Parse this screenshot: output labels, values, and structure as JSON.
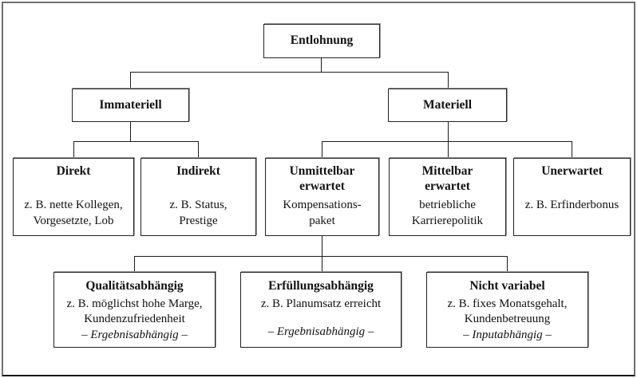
{
  "diagram": {
    "root": {
      "title": "Entlohnung"
    },
    "level2": [
      {
        "title": "Immateriell"
      },
      {
        "title": "Materiell"
      }
    ],
    "level3": [
      {
        "title": "Direkt",
        "body": "z. B. nette Kollegen,\nVorgesetzte, Lob"
      },
      {
        "title": "Indirekt",
        "body": "z. B. Status,\nPrestige"
      },
      {
        "title": "Unmittelbar\nerwartet",
        "body": "Kompensations-\npaket"
      },
      {
        "title": "Mittelbar\nerwartet",
        "body": "betriebliche\nKarrierepolitik"
      },
      {
        "title": "Unerwartet",
        "body": "z. B. Erfinderbonus"
      }
    ],
    "level4": [
      {
        "title": "Qualitätsabhängig",
        "body": "z. B. möglichst hohe Marge,\nKundenzufriedenheit",
        "note": "– Ergebnisabhängig –"
      },
      {
        "title": "Erfüllungsabhängig",
        "body": "z. B. Planumsatz erreicht",
        "note": "– Ergebnisabhängig –"
      },
      {
        "title": "Nicht variabel",
        "body": "z. B. fixes Monatsgehalt,\nKundenbetreuung",
        "note": "– Inputabhängig –"
      }
    ],
    "colors": {
      "background": "#ffffff",
      "text": "#111111",
      "box_border": "#222222",
      "line": "#1c1c1c",
      "frame": "#6f6f6f"
    }
  }
}
